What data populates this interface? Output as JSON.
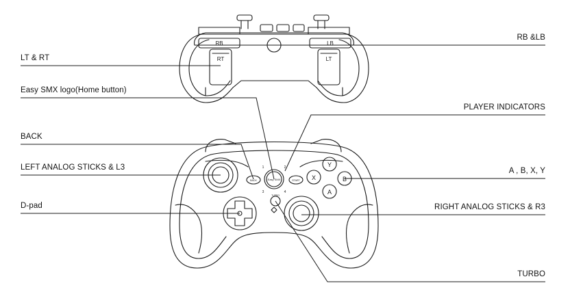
{
  "labels": {
    "lt_rt": "LT & RT",
    "home": "Easy SMX logo(Home button)",
    "back": "BACK",
    "left_stick": "LEFT ANALOG  STICKS & L3",
    "dpad": "D-pad",
    "rb_lb": "RB &LB",
    "player_indicators": "PLAYER INDICATORS",
    "abxy": "A , B,  X, Y",
    "right_stick": "RIGHT ANALOG  STICKS & R3",
    "turbo": "TURBO"
  },
  "device": {
    "top_view": {
      "rb": "RB",
      "rt": "RT",
      "lb": "LB",
      "lt": "LT"
    },
    "front_view": {
      "back": "BACK",
      "start": "START",
      "turbo": "TURBO",
      "home": "Easy SMX",
      "btn_y": "Y",
      "btn_x": "X",
      "btn_b": "B",
      "btn_a": "A",
      "ind_1": "1",
      "ind_2": "2",
      "ind_3": "3",
      "ind_4": "4"
    }
  }
}
